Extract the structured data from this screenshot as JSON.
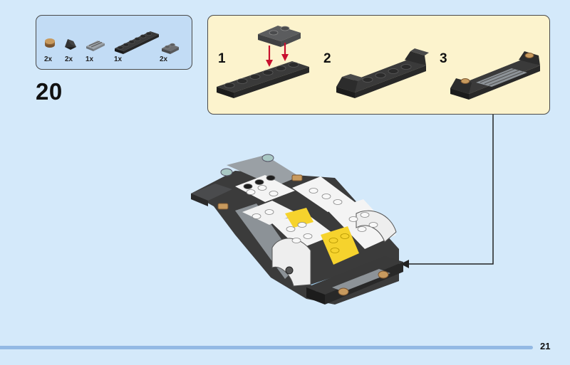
{
  "step": {
    "number": "20"
  },
  "parts_list": {
    "items": [
      {
        "qty": "2x",
        "icon": "round-tile-1x1-pearl-gold"
      },
      {
        "qty": "2x",
        "icon": "slope-1x1-black"
      },
      {
        "qty": "1x",
        "icon": "grille-tile-1x2-gray"
      },
      {
        "qty": "1x",
        "icon": "plate-1x6-black"
      },
      {
        "qty": "2x",
        "icon": "plate-1x2-dark-gray"
      }
    ]
  },
  "sub_build": {
    "steps": [
      {
        "label": "1"
      },
      {
        "label": "2"
      },
      {
        "label": "3"
      }
    ]
  },
  "page": {
    "number": "21"
  },
  "colors": {
    "background": "#d4e9fa",
    "parts_box": "#c2dcf5",
    "sub_box": "#fcf3cd",
    "arrow_red": "#c8102e",
    "footer_bar": "#93b9e4"
  }
}
